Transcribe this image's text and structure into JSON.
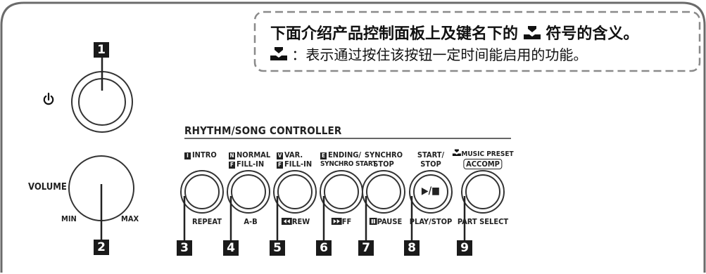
{
  "notice": {
    "line1_before": "下面介绍产品控制面板上及键名下的",
    "line1_after": "符号的含义。",
    "line2_after": "：表示通过按住该按钮一定时间能启用的功能。",
    "symbol_icon": "hold-press-icon"
  },
  "section_header": "RHYTHM/SONG CONTROLLER",
  "power": {
    "number": "1",
    "icon": "power-icon"
  },
  "volume": {
    "number": "2",
    "label": "VOLUME",
    "min_label": "MIN",
    "max_label": "MAX"
  },
  "buttons": [
    {
      "number": "3",
      "top_box": "I",
      "top_text": "INTRO",
      "bottom": "REPEAT"
    },
    {
      "number": "4",
      "top_box": "N",
      "top_text": "NORMAL",
      "top_box2": "F",
      "top_text2": "FILL-IN",
      "bottom": "A-B"
    },
    {
      "number": "5",
      "top_box": "V",
      "top_text": "VAR.",
      "top_box2": "F",
      "top_text2": "FILL-IN",
      "bottom_icon": "rewind-icon",
      "bottom": "REW"
    },
    {
      "number": "6",
      "top_box": "E",
      "top_text": "ENDING/",
      "top_text2": "SYNCHRO START",
      "bottom_icon": "fast-forward-icon",
      "bottom": "FF"
    },
    {
      "number": "7",
      "top_text": "SYNCHRO",
      "top_text2": "STOP",
      "bottom_icon": "pause-icon",
      "bottom": "PAUSE"
    },
    {
      "number": "8",
      "top_text": "START/",
      "top_text2": "STOP",
      "center_symbol": "▶/■",
      "bottom": "PLAY/STOP"
    },
    {
      "number": "9",
      "top_icon": "hold-press-icon",
      "top_text": "MUSIC PRESET",
      "top_text2": "ACCOMP",
      "bottom": "PART SELECT"
    }
  ]
}
